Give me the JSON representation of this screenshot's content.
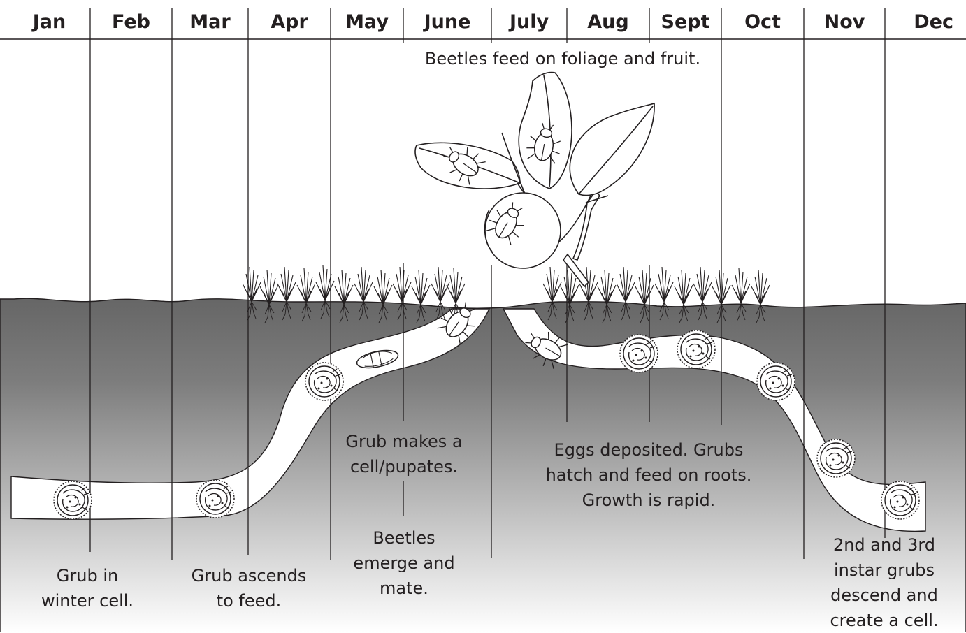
{
  "months": [
    "Jan",
    "Feb",
    "Mar",
    "Apr",
    "May",
    "June",
    "July",
    "Aug",
    "Sept",
    "Oct",
    "Nov",
    "Dec"
  ],
  "captions": {
    "beetles_feed": "Beetles feed on foliage and fruit.",
    "grub_winter": "Grub in\nwinter cell.",
    "grub_ascends": "Grub ascends\nto feed.",
    "grub_pupates": "Grub makes a\ncell/pupates.",
    "beetles_emerge": "Beetles\nemerge and\nmate.",
    "eggs_deposited": "Eggs deposited. Grubs\nhatch and feed on roots.\nGrowth is rapid.",
    "instar_descend": "2nd and 3rd\ninstar grubs\ndescend and\ncreate a cell."
  },
  "colors": {
    "ink": "#231f20",
    "soil_top": "#6b6b6b",
    "soil_bottom": "#ffffff",
    "tunnel": "#ffffff",
    "leaf": "#ffffff"
  }
}
